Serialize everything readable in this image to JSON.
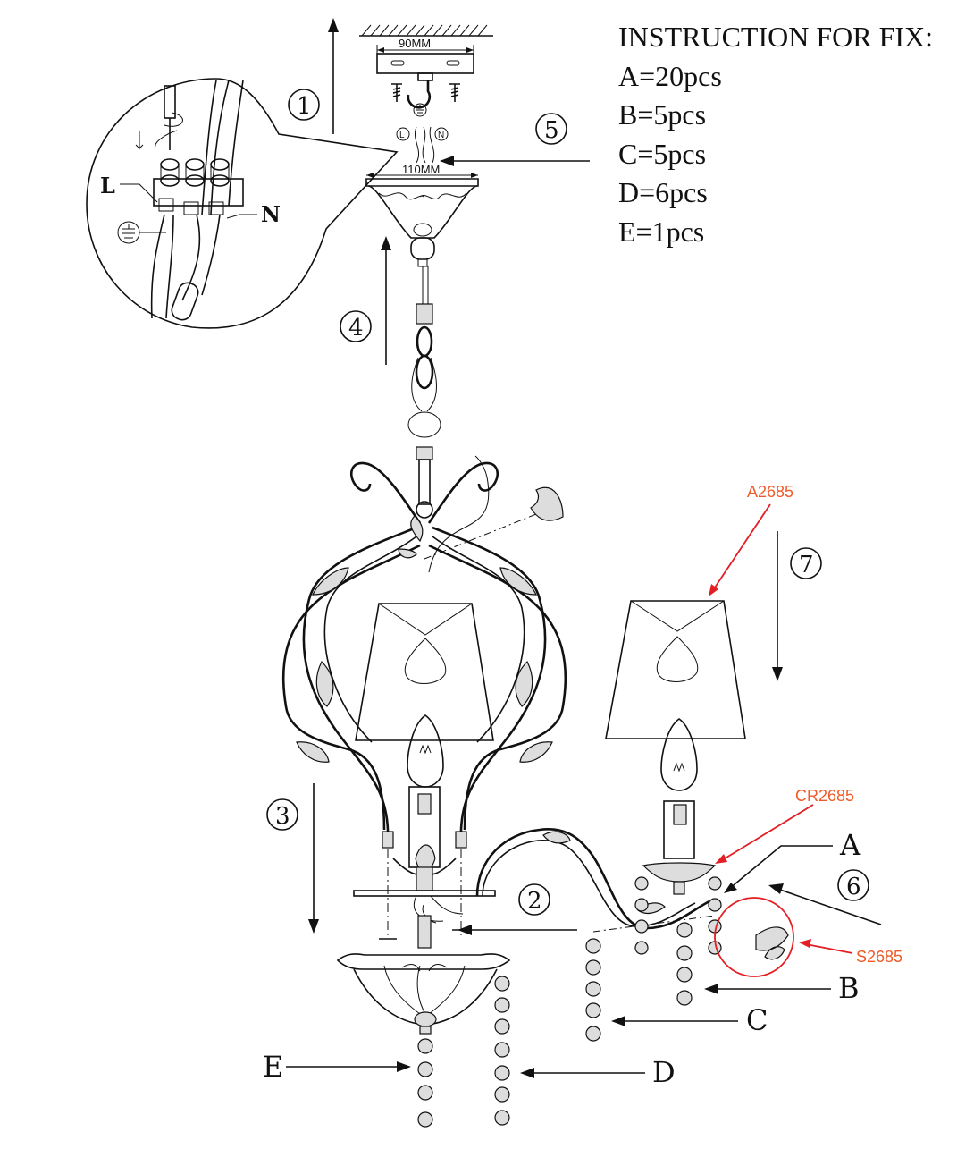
{
  "instructions": {
    "title": "INSTRUCTION FOR FIX:",
    "items": [
      "A=20pcs",
      "B=5pcs",
      "C=5pcs",
      "D=6pcs",
      "E=1pcs"
    ]
  },
  "steps": [
    "1",
    "2",
    "3",
    "4",
    "5",
    "6",
    "7"
  ],
  "dimensions": {
    "plate_width": "90MM",
    "canopy_width": "110MM"
  },
  "wire_labels": {
    "live": "L",
    "neutral": "N",
    "live_circle": "L",
    "neutral_circle": "N"
  },
  "part_letters": {
    "a": "A",
    "b": "B",
    "c": "C",
    "d": "D",
    "e": "E"
  },
  "part_codes": {
    "shade": "A2685",
    "cup": "CR2685",
    "bobeche": "S2685"
  },
  "colors": {
    "line": "#111111",
    "callout_red": "#e31e24",
    "code_orange": "#f05a28"
  },
  "icons": [
    "ground-symbol-icon",
    "screwdriver-icon",
    "bulb-icon",
    "crystal-icon"
  ]
}
